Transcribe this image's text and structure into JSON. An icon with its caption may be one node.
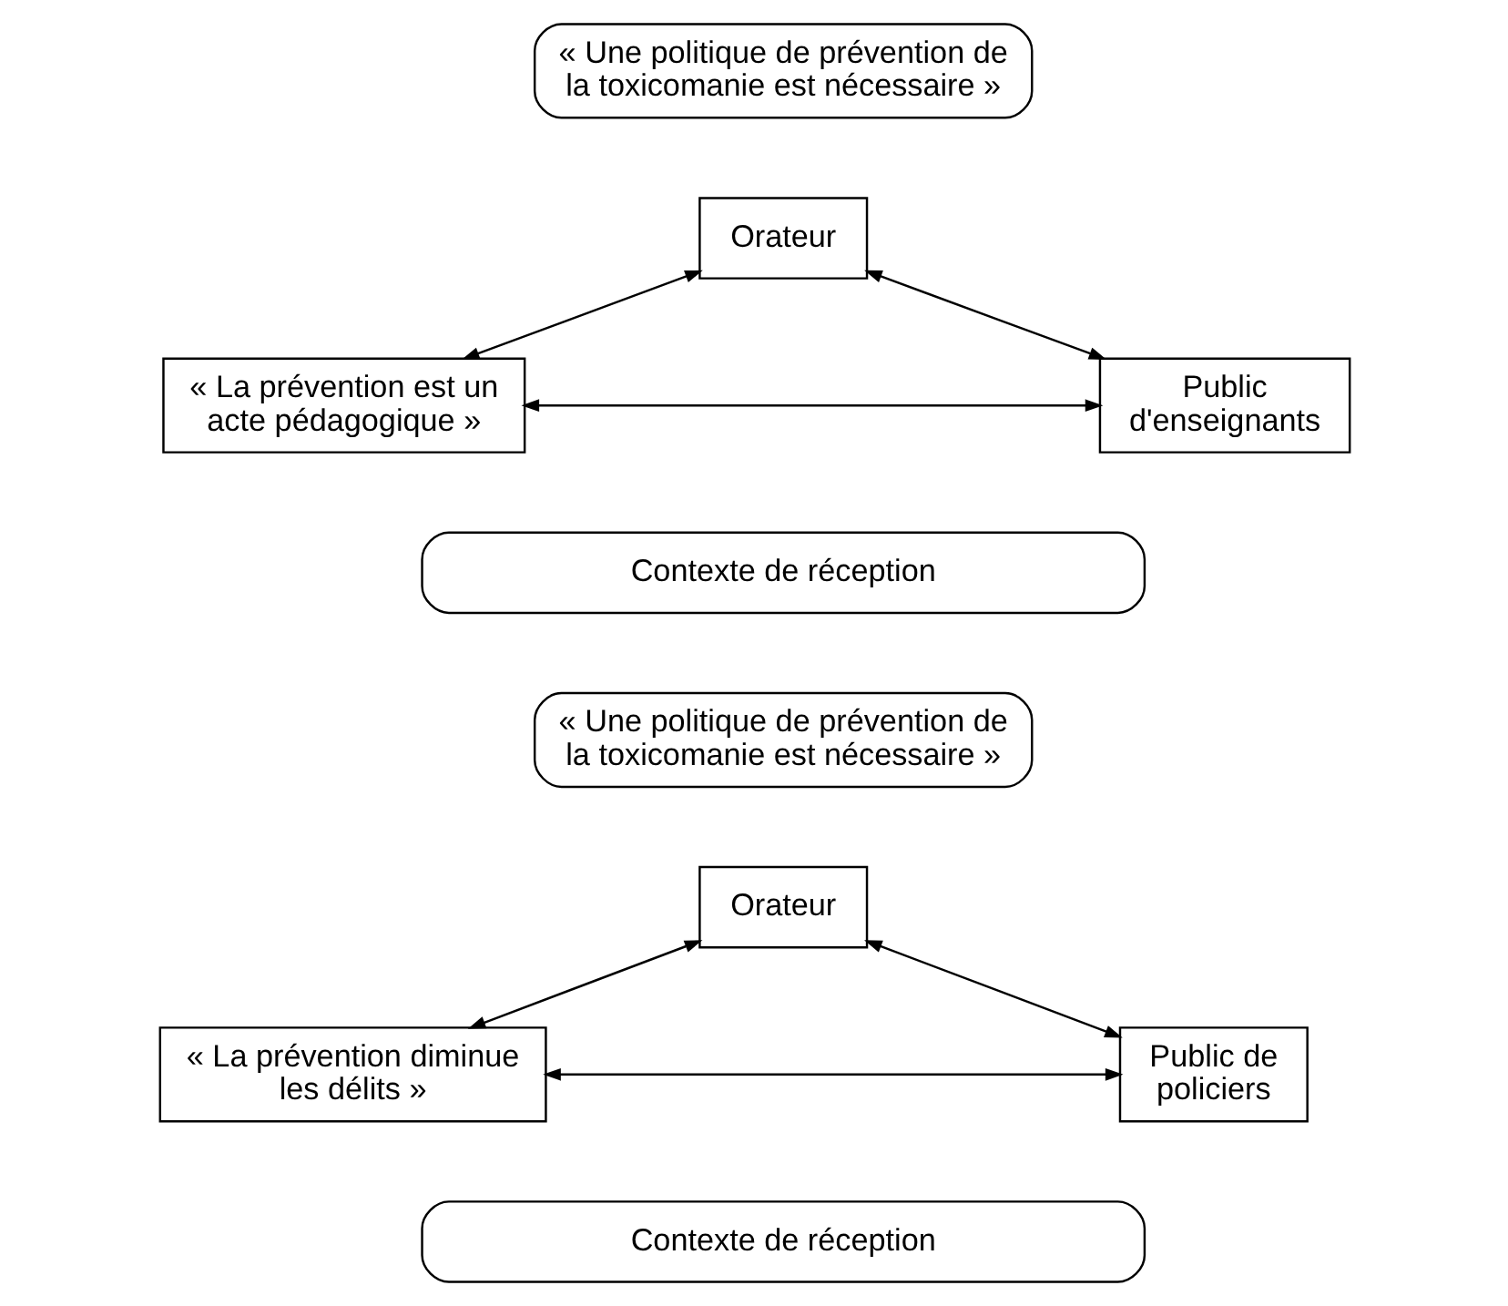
{
  "diagram": {
    "nodes": [
      {
        "text": [
          "« Une politique de prévention de la toxicomanie est nécessaire »"
        ]
      },
      {
        "text": [
          "Orateur"
        ]
      },
      {
        "text": [
          "« La prévention est un acte pédagogique »"
        ]
      },
      {
        "text": [
          "Public d'enseignants"
        ]
      },
      {
        "text": [
          "Contexte de réception"
        ]
      },
      {
        "text": [
          "« Une politique de prévention de la toxicomanie est nécessaire »"
        ]
      },
      {
        "text": [
          "Orateur"
        ]
      },
      {
        "text": [
          "« La prévention diminue les délits »"
        ]
      },
      {
        "text": [
          "Public de policiers"
        ]
      },
      {
        "text": [
          "Contexte de réception"
        ]
      }
    ],
    "edges": [
      {
        "from": 1,
        "to": 2,
        "arrow": "both"
      },
      {
        "from": 1,
        "to": 3,
        "arrow": "both"
      },
      {
        "from": 2,
        "to": 3,
        "arrow": "both"
      },
      {
        "from": 6,
        "to": 7,
        "arrow": "both"
      },
      {
        "from": 6,
        "to": 8,
        "arrow": "both"
      },
      {
        "from": 7,
        "to": 8,
        "arrow": "both"
      }
    ]
  }
}
